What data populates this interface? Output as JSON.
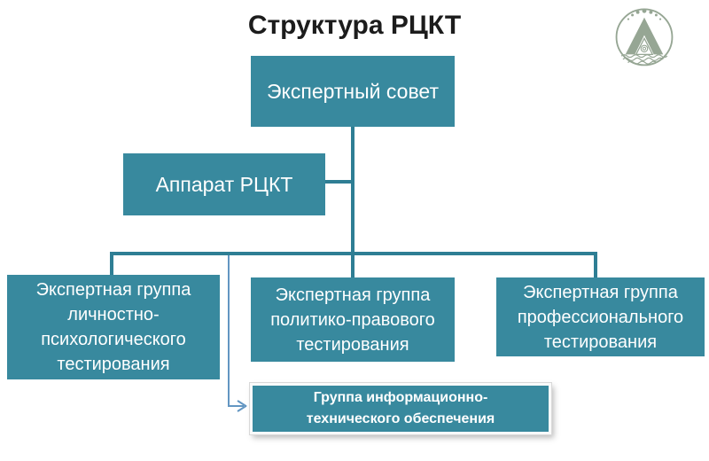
{
  "title": "Структура РЦКТ",
  "logo": {
    "name": "organization-emblem"
  },
  "colors": {
    "node_fill": "#38899E",
    "connector": "#2E7E94",
    "arrow": "#6396C2",
    "logo": "#96A694",
    "title_text": "#1C1C1C",
    "node_text": "#FFFFFF"
  },
  "chart": {
    "root": {
      "label": "Экспертный совет"
    },
    "apparat": {
      "label": "Аппарат РЦКТ"
    },
    "groups": [
      {
        "label": "Экспертная группа\nличностно-\nпсихологического\nтестирования"
      },
      {
        "label": "Экспертная группа\nполитико-правового\nтестирования"
      },
      {
        "label": "Экспертная группа\nпрофессионального\nтестирования"
      }
    ],
    "it_group": {
      "label": "Группа информационно-\nтехнического обеспечения"
    }
  }
}
